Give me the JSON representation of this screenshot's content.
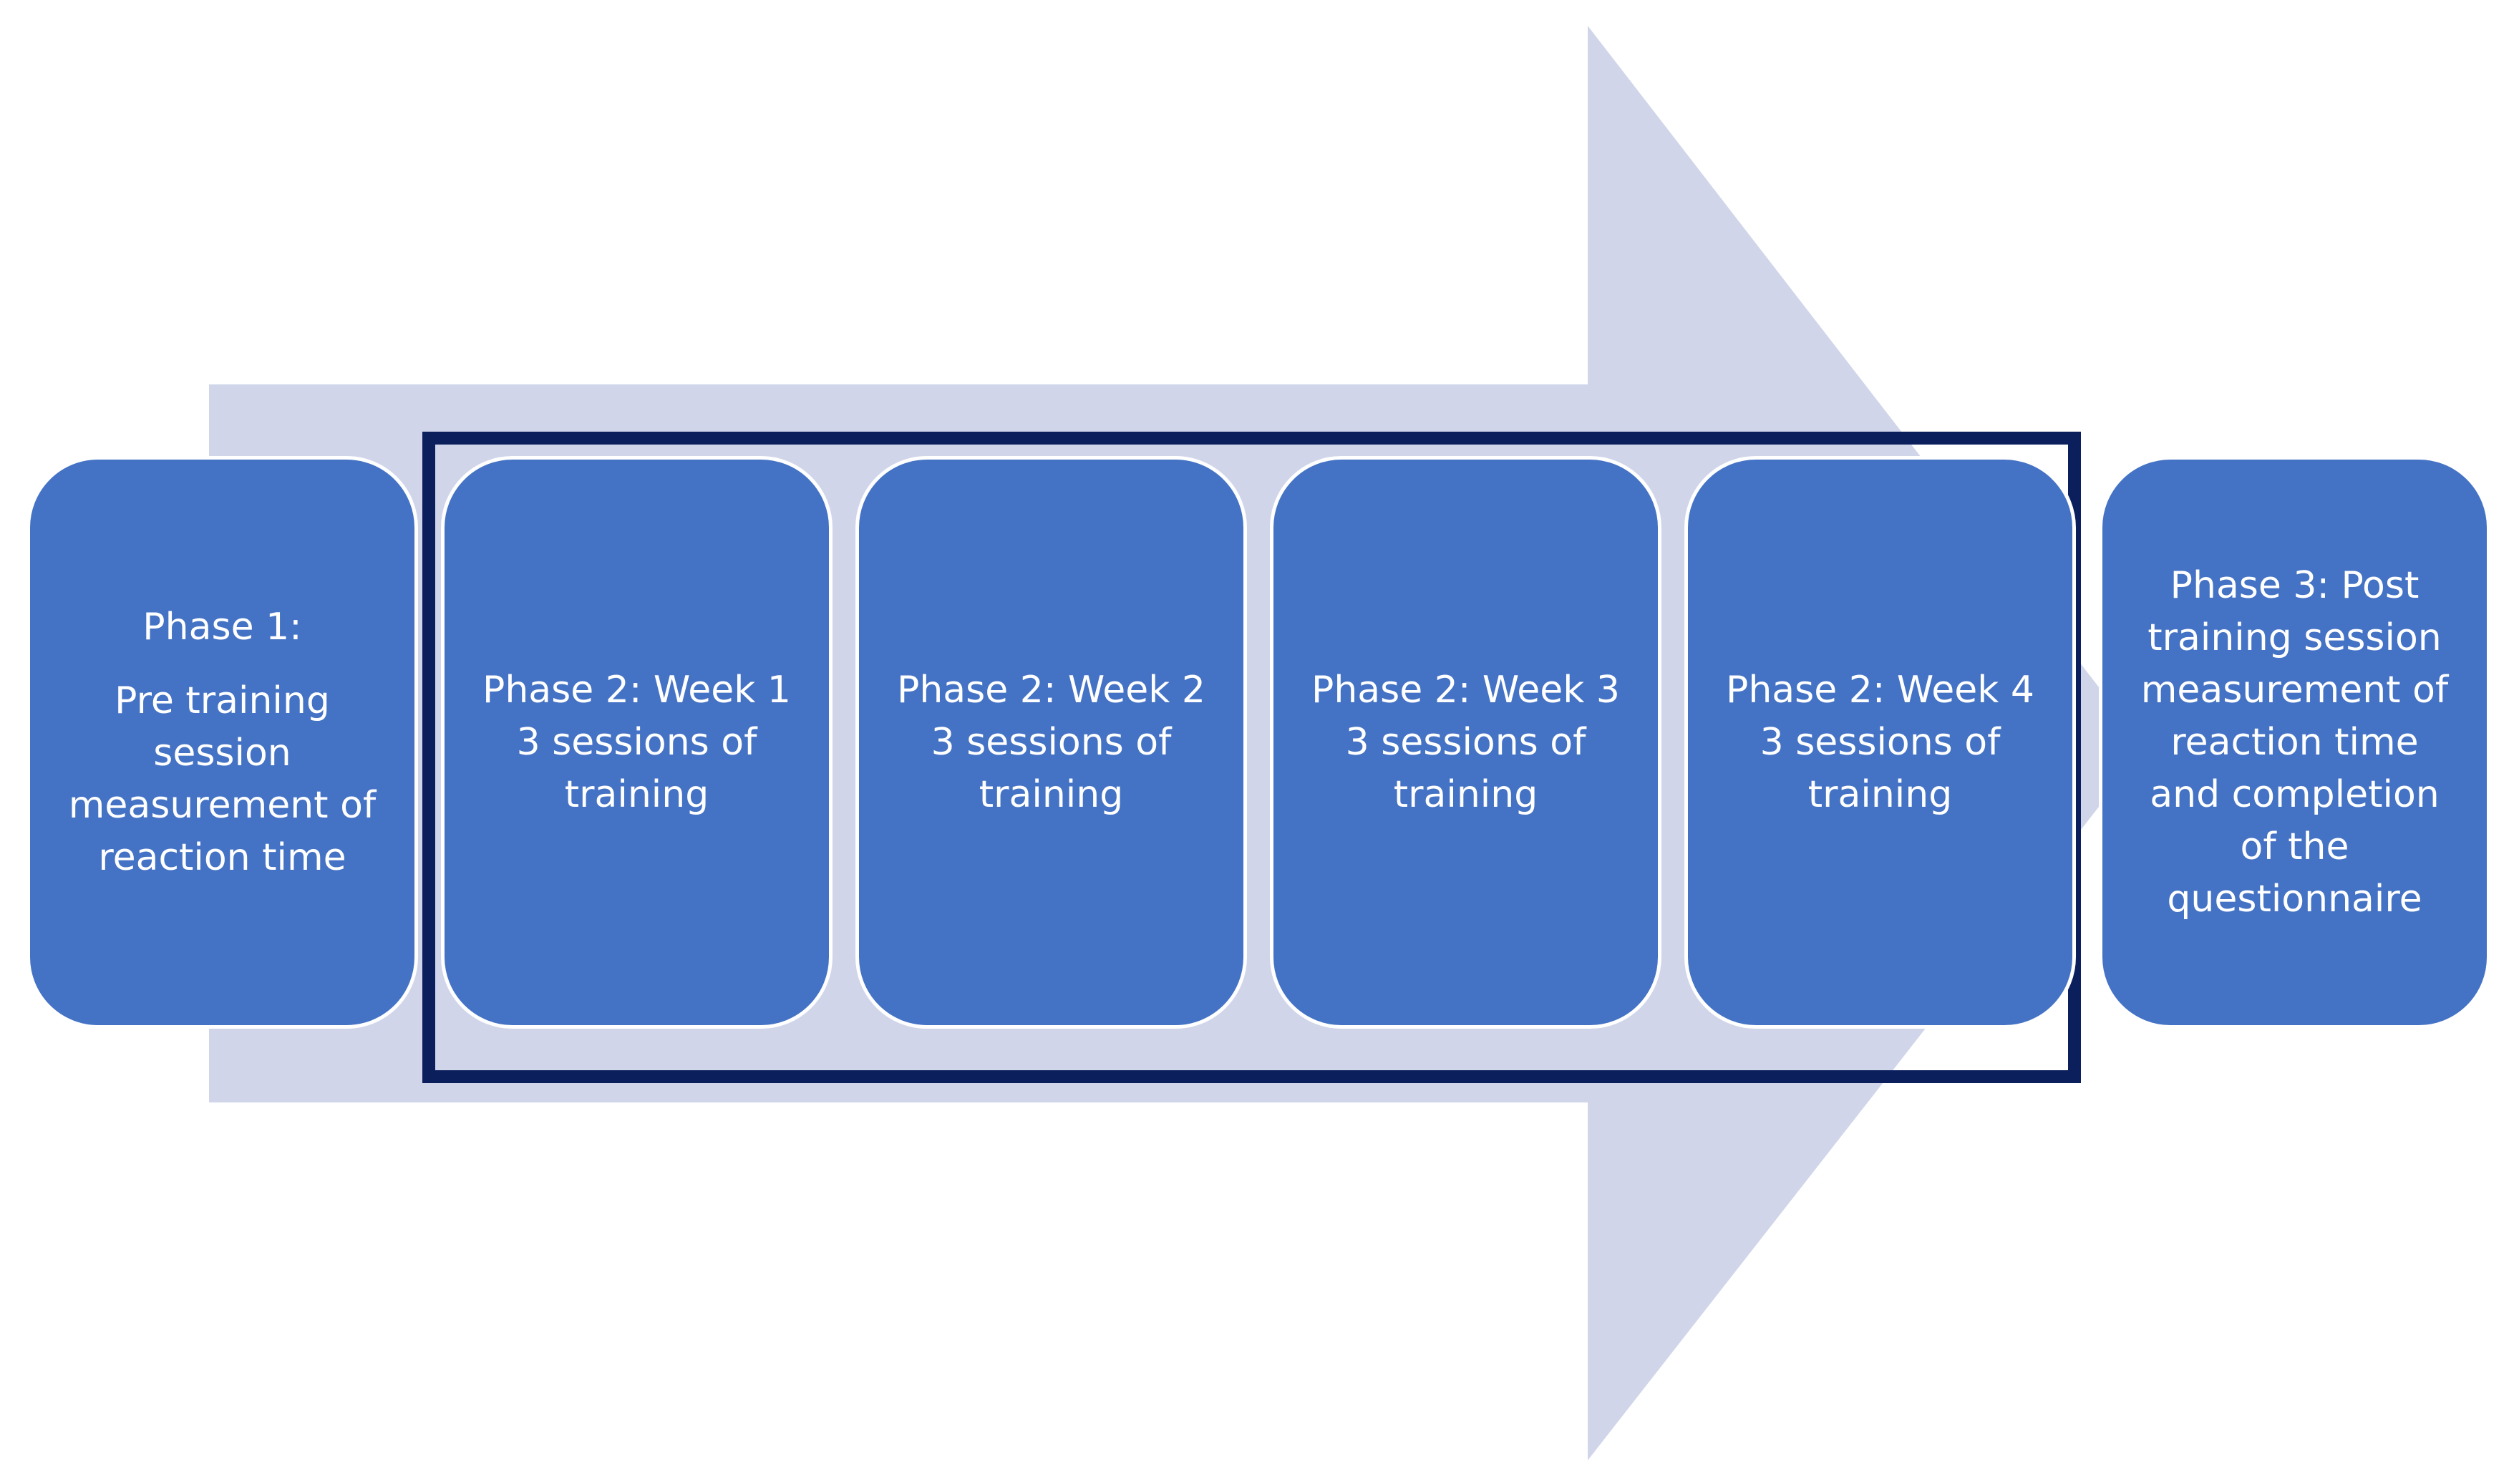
{
  "colors": {
    "arrow": "#d0d5ea",
    "box_fill": "#4472c4",
    "box_border": "#ffffff",
    "bracket": "#0b1f5c",
    "text": "#ffffff"
  },
  "phases": [
    {
      "heading": "Phase 1:",
      "lines": [
        "Pre training",
        "session",
        "measurement of",
        "reaction time"
      ]
    },
    {
      "heading": "Phase 2: Week 1",
      "lines": [
        "3 sessions of",
        "training"
      ]
    },
    {
      "heading": "Phase 2: Week 2",
      "lines": [
        "3 sessions of",
        "training"
      ]
    },
    {
      "heading": "Phase 2: Week 3",
      "lines": [
        "3 sessions of",
        "training"
      ]
    },
    {
      "heading": "Phase 2: Week 4",
      "lines": [
        "3 sessions of",
        "training"
      ]
    },
    {
      "heading": "Phase 3: Post",
      "lines": [
        "training session",
        "measurement of",
        "reaction time",
        "and completion",
        "of the",
        "questionnaire"
      ]
    }
  ]
}
